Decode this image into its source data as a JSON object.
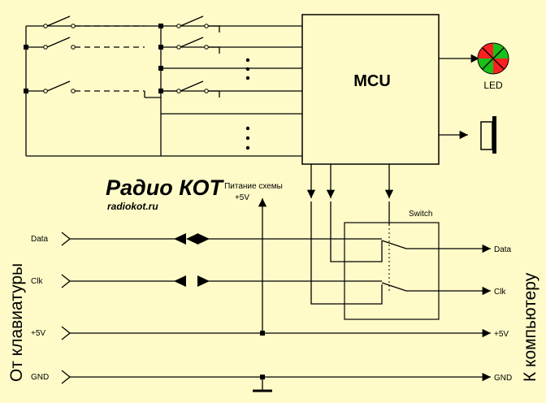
{
  "mcu": {
    "label": "MCU"
  },
  "led": {
    "label": "LED",
    "colors": [
      "#ff2020",
      "#18c018"
    ]
  },
  "switch_block": {
    "label": "Switch"
  },
  "power": {
    "label_line1": "Питание схемы",
    "label_line2": "+5V"
  },
  "watermark": {
    "logo": "Радио КОТ",
    "site": "radiokot.ru",
    "color": "#e6cf7a"
  },
  "left_signals": [
    "Data",
    "Clk",
    "+5V",
    "GND"
  ],
  "right_signals": [
    "Data",
    "Clk",
    "+5V",
    "GND"
  ],
  "side_labels": {
    "left": "От клавиатуры",
    "right": "К компьютеру"
  },
  "colors": {
    "background": "#fffbc8",
    "side_text": "#ff0000",
    "wire": "#000000"
  }
}
